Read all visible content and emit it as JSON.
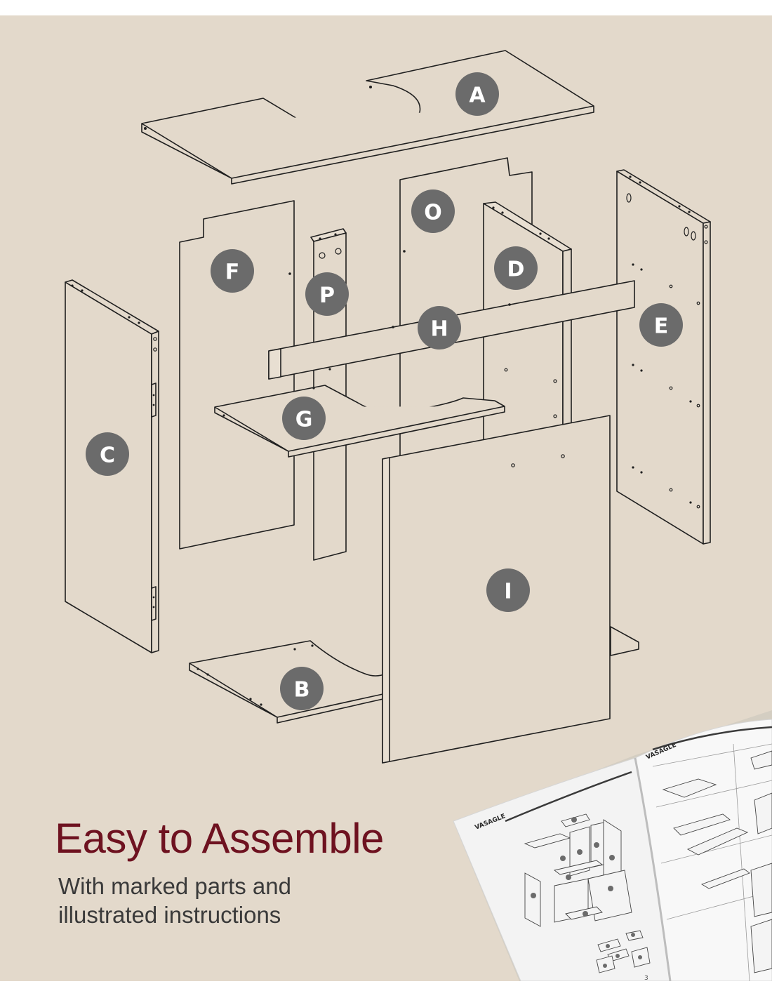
{
  "parts": [
    "A",
    "B",
    "C",
    "D",
    "E",
    "F",
    "G",
    "H",
    "I",
    "O",
    "P"
  ],
  "headline": "Easy to Assemble",
  "subline": [
    "With marked parts and",
    "illustrated instructions"
  ],
  "manual": {
    "brand_left": "VASAGLE",
    "brand_right": "VASAGLE",
    "page_number": "3"
  },
  "colors": {
    "background": "#e3d9cb",
    "headline": "#6e1220",
    "badge": "#6b6b6b",
    "outline": "#1f1f1f"
  }
}
